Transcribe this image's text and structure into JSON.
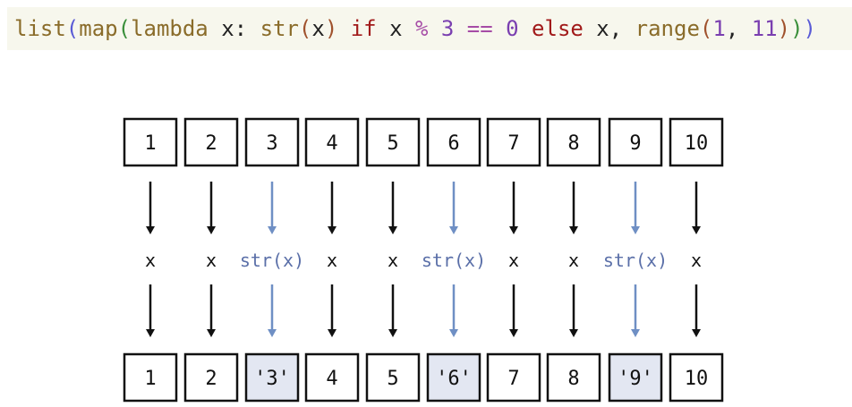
{
  "code": {
    "tokens": [
      {
        "text": "list",
        "color": "#8a6c2a"
      },
      {
        "text": "(",
        "color": "#5a5bd6"
      },
      {
        "text": "map",
        "color": "#8a6c2a"
      },
      {
        "text": "(",
        "color": "#3a8f3a"
      },
      {
        "text": "lambda",
        "color": "#8a6c2a"
      },
      {
        "text": " x: ",
        "color": "#222222"
      },
      {
        "text": "str",
        "color": "#8a6c2a"
      },
      {
        "text": "(",
        "color": "#a0522d"
      },
      {
        "text": "x",
        "color": "#222222"
      },
      {
        "text": ")",
        "color": "#a0522d"
      },
      {
        "text": " if",
        "color": "#a11a1a"
      },
      {
        "text": " x ",
        "color": "#222222"
      },
      {
        "text": "%",
        "color": "#a64ca6"
      },
      {
        "text": " 3",
        "color": "#7a3fb0"
      },
      {
        "text": " == ",
        "color": "#a64ca6"
      },
      {
        "text": "0",
        "color": "#7a3fb0"
      },
      {
        "text": " else",
        "color": "#a11a1a"
      },
      {
        "text": " x, ",
        "color": "#222222"
      },
      {
        "text": "range",
        "color": "#8a6c2a"
      },
      {
        "text": "(",
        "color": "#a0522d"
      },
      {
        "text": "1",
        "color": "#7a3fb0"
      },
      {
        "text": ", ",
        "color": "#222222"
      },
      {
        "text": "11",
        "color": "#7a3fb0"
      },
      {
        "text": ")",
        "color": "#a0522d"
      },
      {
        "text": ")",
        "color": "#3a8f3a"
      },
      {
        "text": ")",
        "color": "#5a5bd6"
      }
    ]
  },
  "diagram": {
    "inputs": [
      "1",
      "2",
      "3",
      "4",
      "5",
      "6",
      "7",
      "8",
      "9",
      "10"
    ],
    "functions": [
      "x",
      "x",
      "str(x)",
      "x",
      "x",
      "str(x)",
      "x",
      "x",
      "str(x)",
      "x"
    ],
    "outputs": [
      "1",
      "2",
      "'3'",
      "4",
      "5",
      "'6'",
      "7",
      "8",
      "'9'",
      "10"
    ],
    "highlighted": [
      false,
      false,
      true,
      false,
      false,
      true,
      false,
      false,
      true,
      false
    ],
    "colors": {
      "black": "#111111",
      "accent": "#6f8fc4",
      "accent_text": "#5a6fa8",
      "highlight_fill": "#e3e7f2"
    }
  }
}
